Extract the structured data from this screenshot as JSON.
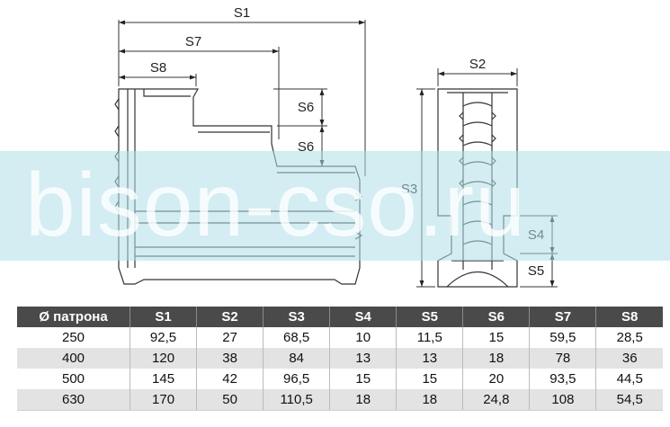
{
  "dimension_labels": {
    "s1": "S1",
    "s2": "S2",
    "s3": "S3",
    "s4": "S4",
    "s5": "S5",
    "s6_upper": "S6",
    "s6_lower": "S6",
    "s7": "S7",
    "s8": "S8"
  },
  "watermark": "bison-cso.ru",
  "table": {
    "headers": [
      "Ø патрона",
      "S1",
      "S2",
      "S3",
      "S4",
      "S5",
      "S6",
      "S7",
      "S8"
    ],
    "rows": [
      [
        "250",
        "92,5",
        "27",
        "68,5",
        "10",
        "11,5",
        "15",
        "59,5",
        "28,5"
      ],
      [
        "400",
        "120",
        "38",
        "84",
        "13",
        "13",
        "18",
        "78",
        "36"
      ],
      [
        "500",
        "145",
        "42",
        "96,5",
        "15",
        "15",
        "20",
        "93,5",
        "44,5"
      ],
      [
        "630",
        "170",
        "50",
        "110,5",
        "18",
        "18",
        "24,8",
        "108",
        "54,5"
      ]
    ]
  },
  "colors": {
    "header_bg": "#4a4a4a",
    "row_alt": "#e3e3e3",
    "watermark_band": "#afdee8"
  }
}
